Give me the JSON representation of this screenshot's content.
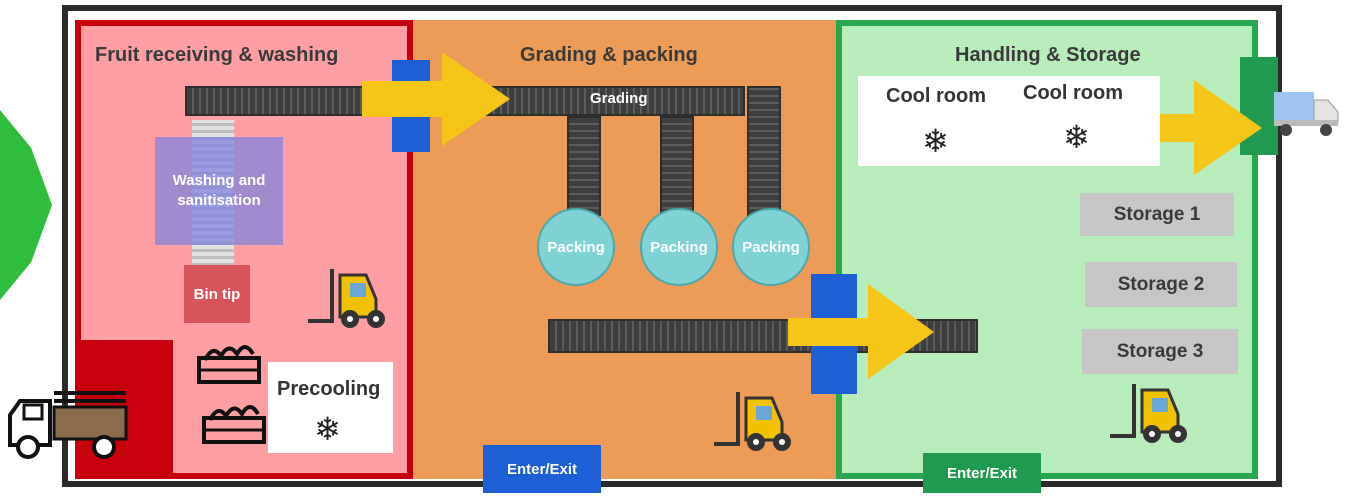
{
  "zones": {
    "receiving": {
      "title": "Fruit receiving & washing",
      "color": "#ff9ea3",
      "border": "#c8000b"
    },
    "grading": {
      "title": "Grading & packing",
      "color": "#ec9c56"
    },
    "storage": {
      "title": "Handling & Storage",
      "color": "#b6edba",
      "border": "#27a74e"
    }
  },
  "labels": {
    "washing": "Washing and sanitisation",
    "bin_tip": "Bin tip",
    "precooling": "Precooling",
    "grading": "Grading",
    "packing": [
      "Packing",
      "Packing",
      "Packing"
    ],
    "cool_rooms": [
      "Cool room",
      "Cool room"
    ],
    "storage": [
      "Storage 1",
      "Storage 2",
      "Storage 3"
    ],
    "doors": [
      "Enter/Exit",
      "Enter/Exit"
    ]
  },
  "icons": [
    "snowflake-icon",
    "forklift-icon",
    "truck-icon",
    "fruit-crate-icon",
    "arrow-icon"
  ],
  "colors": {
    "arrow": "#f5c518",
    "door_blue": "#1e5fd6",
    "door_green": "#1f9a4e"
  }
}
